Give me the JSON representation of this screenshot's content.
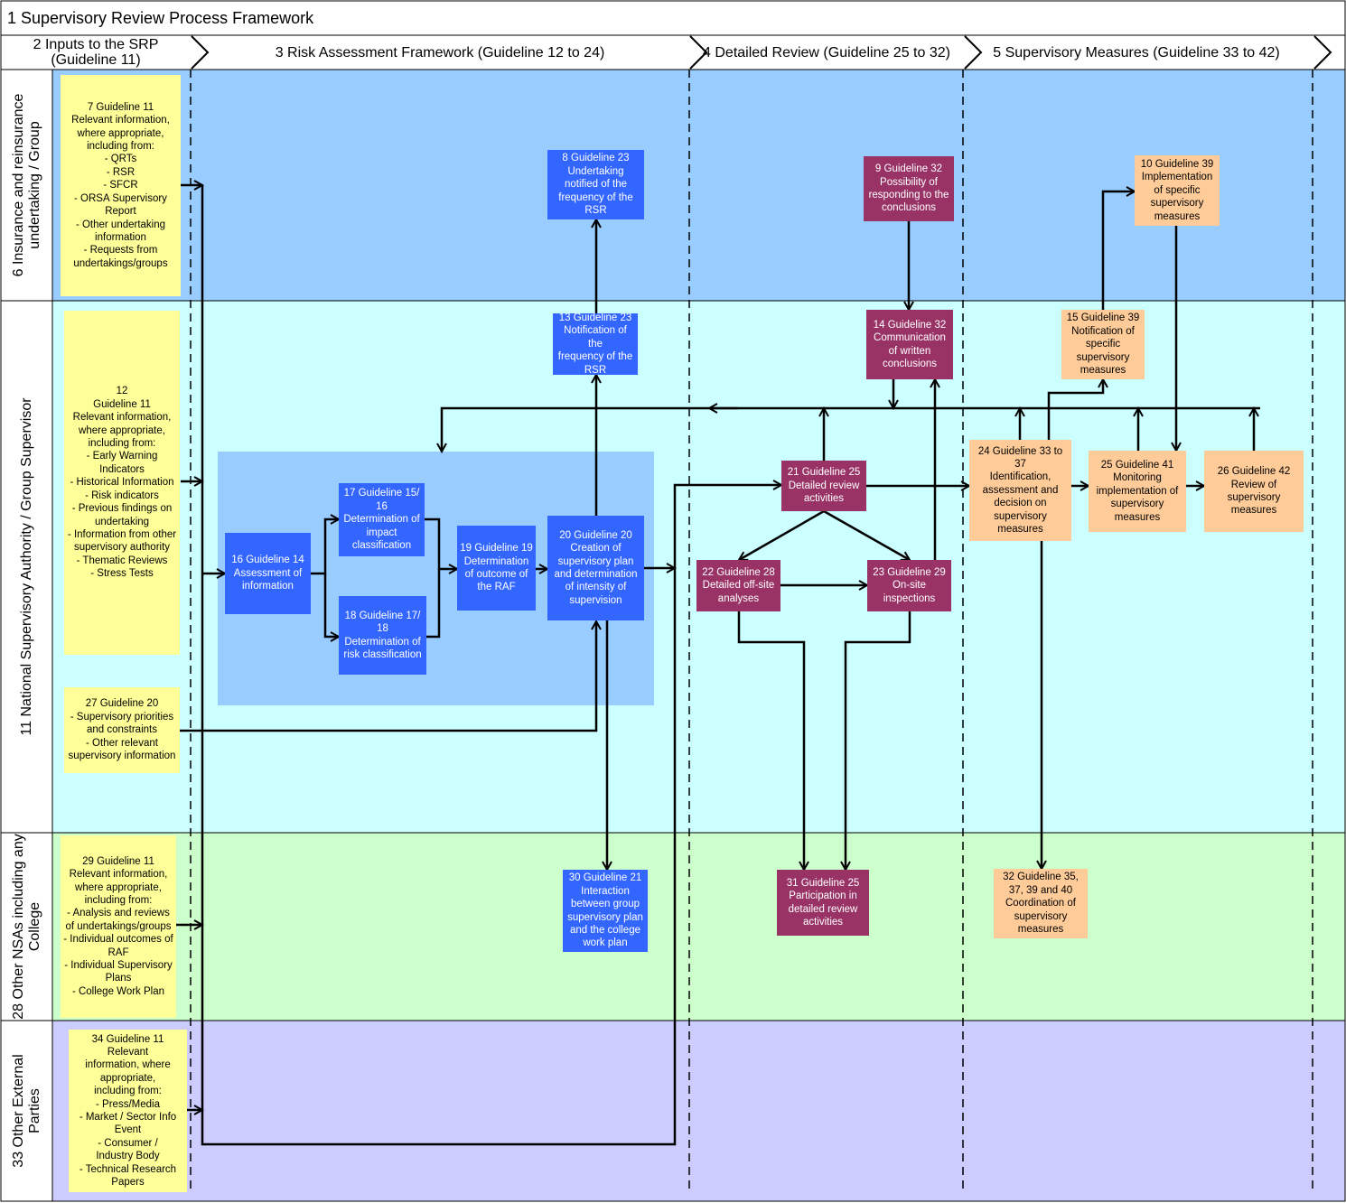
{
  "title": "1 Supervisory Review Process Framework",
  "phases": [
    "2 Inputs to the SRP\n(Guideline 11)",
    "3 Risk Assessment Framework (Guideline 12 to 24)",
    "4 Detailed Review (Guideline 25 to 32)",
    "5 Supervisory Measures (Guideline 33 to 42)"
  ],
  "lanes": [
    "6 Insurance and reinsurance\nundertaking / Group",
    "11 National Supervisory Authority / Group Supervisor",
    "28 Other NSAs including any\nCollege",
    "33 Other External\nParties"
  ],
  "colors": {
    "lane_insurance": "#99ccff",
    "lane_nsa": "#ccffff",
    "lane_other_nsa": "#ccffcc",
    "lane_external": "#ccccff",
    "input_yellow": "#ffff99",
    "raf_blue": "#3366ff",
    "raf_group": "#99ccff",
    "review_maroon": "#993366",
    "measure_orange": "#ffcc99",
    "line": "#000000"
  },
  "nodes": [
    {
      "id": "n7",
      "text": "7 Guideline 11\nRelevant information,\nwhere appropriate,\nincluding from:\n- QRTs\n- RSR\n- SFCR\n- ORSA Supervisory\nReport\n- Other undertaking\ninformation\n- Requests from\nundertakings/groups"
    },
    {
      "id": "n12",
      "text": "12\nGuideline 11\nRelevant information,\nwhere appropriate,\nincluding from:\n- Early Warning\nIndicators\n- Historical Information\n- Risk indicators\n- Previous findings on\nundertaking\n- Information from other\nsupervisory authority\n- Thematic Reviews\n- Stress Tests"
    },
    {
      "id": "n27",
      "text": "27 Guideline 20\n- Supervisory priorities\nand constraints\n- Other relevant\nsupervisory information"
    },
    {
      "id": "n29",
      "text": "29 Guideline 11\nRelevant information,\nwhere appropriate,\nincluding from:\n- Analysis and reviews\nof undertakings/groups\n- Individual outcomes of\nRAF\n- Individual Supervisory\nPlans\n- College Work Plan"
    },
    {
      "id": "n34",
      "text": "34 Guideline 11\nRelevant\ninformation, where\nappropriate,\nincluding from:\n- Press/Media\n- Market / Sector Info\nEvent\n- Consumer /\nIndustry Body\n- Technical Research\nPapers"
    },
    {
      "id": "n8",
      "text": "8 Guideline 23\nUndertaking\nnotified  of the\nfrequency of the\nRSR"
    },
    {
      "id": "n13",
      "text": "13 Guideline 23\nNotification of the\nfrequency of the\nRSR"
    },
    {
      "id": "n16",
      "text": "16 Guideline 14\nAssessment of\ninformation"
    },
    {
      "id": "n17",
      "text": "17 Guideline 15/\n16\nDetermination of\nimpact\nclassification"
    },
    {
      "id": "n18",
      "text": "18 Guideline 17/\n18\nDetermination of\nrisk classification"
    },
    {
      "id": "n19",
      "text": "19 Guideline 19\nDetermination\nof outcome of\nthe RAF"
    },
    {
      "id": "n20",
      "text": "20 Guideline 20\nCreation of\nsupervisory plan\nand determination\nof intensity of\nsupervision"
    },
    {
      "id": "n30",
      "text": "30 Guideline 21\nInteraction\nbetween group\nsupervisory plan\nand the college\nwork plan"
    },
    {
      "id": "n9",
      "text": "9 Guideline 32\nPossibility of\nresponding to the\nconclusions"
    },
    {
      "id": "n14",
      "text": "14 Guideline 32\nCommunication\nof written\nconclusions"
    },
    {
      "id": "n21",
      "text": "21 Guideline 25\nDetailed review\nactivities"
    },
    {
      "id": "n22",
      "text": "22 Guideline 28\nDetailed off-site\nanalyses"
    },
    {
      "id": "n23",
      "text": "23 Guideline 29\nOn-site\ninspections"
    },
    {
      "id": "n31",
      "text": "31 Guideline 25\nParticipation in\ndetailed review\nactivities"
    },
    {
      "id": "n10",
      "text": "10 Guideline 39\nImplementation\nof specific\nsupervisory\nmeasures"
    },
    {
      "id": "n15",
      "text": "15 Guideline 39\nNotification of\nspecific\nsupervisory\nmeasures"
    },
    {
      "id": "n24",
      "text": "24 Guideline 33 to\n37\nIdentification,\nassessment and\ndecision on\nsupervisory\nmeasures"
    },
    {
      "id": "n25",
      "text": "25 Guideline 41\nMonitoring\nimplementation of\nsupervisory\nmeasures"
    },
    {
      "id": "n26",
      "text": "26 Guideline 42\nReview of\nsupervisory\nmeasures"
    },
    {
      "id": "n32",
      "text": "32 Guideline 35,\n37, 39 and 40\nCoordination of\nsupervisory\nmeasures"
    }
  ]
}
